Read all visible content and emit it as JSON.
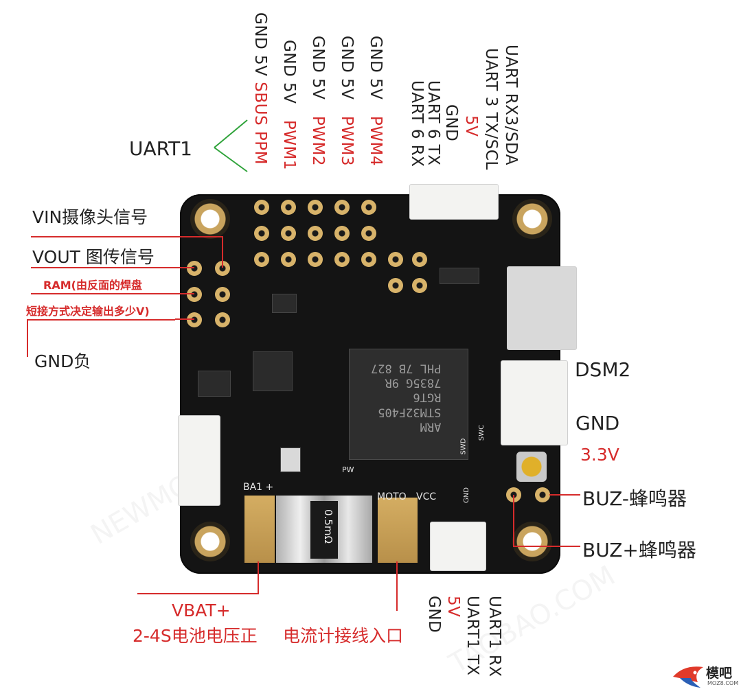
{
  "top_labels": [
    {
      "black": "GND 5V",
      "red": "SBUS PPM"
    },
    {
      "black": "GND 5V",
      "red": "PWM1"
    },
    {
      "black": "GND 5V",
      "red": "PWM2"
    },
    {
      "black": "GND 5V",
      "red": "PWM3"
    },
    {
      "black": "GND 5V",
      "red": "PWM4"
    }
  ],
  "uart6": {
    "line1": "UART 6 RX",
    "line2": "UART 6 TX",
    "line3": "GND",
    "line4": "5V"
  },
  "uart3": {
    "line1": "UART 3 TX/SCL",
    "line2": "UART  RX3/SDA"
  },
  "left_labels": {
    "uart1": "UART1",
    "vin": "VIN摄像头信号",
    "vout": "VOUT 图传信号",
    "ram1": "RAM(由反面的焊盘",
    "ram2": "短接方式决定输出多少V)",
    "gnd": "GND负"
  },
  "right_labels": {
    "dsm2": "DSM2",
    "gnd": "GND",
    "v33": "3.3V",
    "buz_minus": "BUZ-蜂鸣器",
    "buz_plus": "BUZ+蜂鸣器"
  },
  "bottom_labels": {
    "vbat1": "VBAT+",
    "vbat2": "2-4S电池电压正",
    "current": "电流计接线入口",
    "uart1_gnd": "GND",
    "uart1_5v": "5V",
    "uart1_tx": "UART1 TX",
    "uart1_rx": "UART1 RX"
  },
  "silkscreen": {
    "ba1": "BA1 +",
    "moto": "MOTO",
    "vcc": "VCC",
    "pw": "PW",
    "swc": "SWC",
    "swd": "SWD",
    "gnd": "GND",
    "shunt": "0.5mΩ",
    "mcu": "ARM\nSTM32F405\nRGT6\n7835G 9R\nPHL 7B 827"
  },
  "watermark": {
    "logo_text": "模吧",
    "logo_sub": "MOZ8.COM"
  },
  "colors": {
    "red": "#d62b2b",
    "green": "#2fa33a",
    "pcb": "#141414",
    "gold": "#c9a45e"
  }
}
